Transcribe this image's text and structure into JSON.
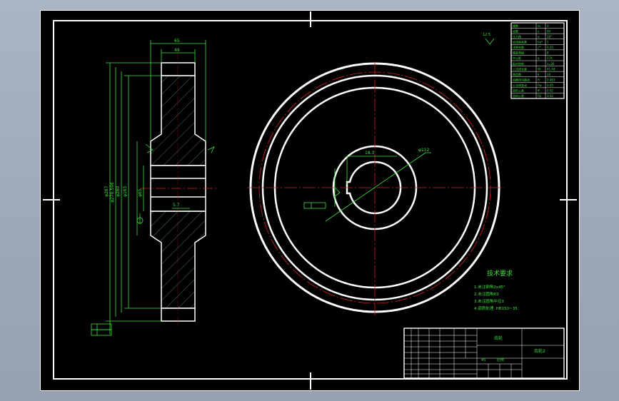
{
  "drawing": {
    "tech_title": "技术要求",
    "tech_items": [
      "1.未注倒角2x45°",
      "2.未注圆角R3",
      "3.未注圆角半径3",
      "4.调质处理, HB150~35."
    ],
    "part_name": "齿轮",
    "drawing_no": "齿轮2",
    "material": "45",
    "scale_label": "比例",
    "roughness_label": "12.5",
    "dims": {
      "width_top": "65",
      "width_inner": "49",
      "dia_outer": "φ287",
      "dia_tip": "φ270.596",
      "dia_root": "φ280",
      "dia_hub": "φ165",
      "dia_bore": "φ65",
      "keyway": "18.3",
      "chamfer": "2x45°",
      "hub_dim": "φ112",
      "small_text": "5.7"
    },
    "param_table": {
      "rows": [
        [
          "模数",
          "m",
          "3"
        ],
        [
          "齿数",
          "z",
          "90"
        ],
        [
          "压力角",
          "α",
          "20°"
        ],
        [
          "齿顶高系数",
          "ha*",
          "1"
        ],
        [
          "顶隙系数",
          "c*",
          "0.25"
        ],
        [
          "精度等级",
          "",
          "8"
        ],
        [
          "中心距",
          "a",
          "174"
        ],
        [
          "配对齿轮",
          "",
          "z=26"
        ],
        [
          "公法线长度",
          "W",
          "41.84"
        ],
        [
          "跨齿数",
          "k",
          "10"
        ],
        [
          "齿圈径向跳动",
          "Fr",
          "0.063"
        ],
        [
          "公法线变动",
          "Fw",
          "0.05"
        ],
        [
          "齿形公差",
          "ff",
          "0.02"
        ],
        [
          "齿向公差",
          "Fβ",
          "0.02"
        ]
      ]
    }
  }
}
